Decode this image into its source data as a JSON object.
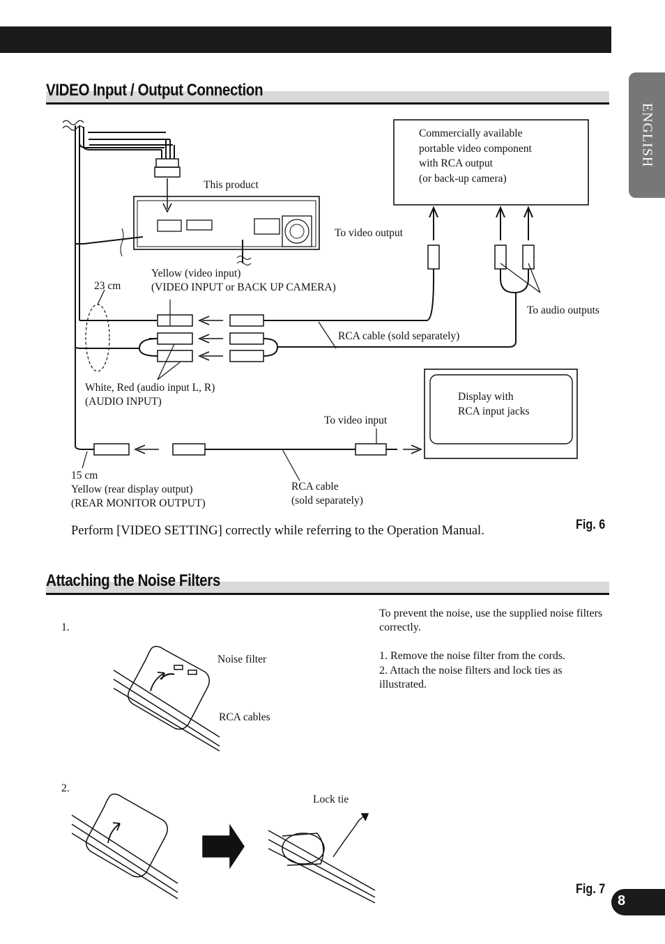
{
  "side_tab": "ENGLISH",
  "page_number": "8",
  "section1": {
    "title": "VIDEO Input / Output Connection",
    "labels": {
      "this_product": "This product",
      "commercial_line1": "Commercially available",
      "commercial_line2": "portable video component",
      "commercial_line3": "with RCA output",
      "commercial_line4": "(or back-up camera)",
      "to_video_output": "To video output",
      "yellow_video_input": "Yellow (video input)",
      "video_input_or_backup": "(VIDEO INPUT or BACK UP CAMERA)",
      "cm23": "23 cm",
      "to_audio_outputs": "To audio outputs",
      "rca_cable_sold_sep": "RCA cable (sold separately)",
      "white_red": "White, Red (audio input L, R)",
      "audio_input": "(AUDIO INPUT)",
      "display_line1": "Display with",
      "display_line2": "RCA input jacks",
      "to_video_input": "To video input",
      "cm15": "15 cm",
      "yellow_rear": "Yellow (rear display output)",
      "rear_monitor_output": "(REAR MONITOR OUTPUT)",
      "rca_cable": "RCA cable",
      "sold_separately": "(sold separately)"
    },
    "note": "Perform [VIDEO SETTING] correctly while referring to the Operation Manual.",
    "fig_label": "Fig. 6"
  },
  "section2": {
    "title": "Attaching the Noise Filters",
    "step1_num": "1.",
    "step2_num": "2.",
    "labels": {
      "noise_filter": "Noise filter",
      "rca_cables": "RCA cables",
      "lock_tie": "Lock tie"
    },
    "intro": "To prevent the noise, use the supplied noise filters correctly.",
    "steps": [
      "1. Remove the noise filter from the cords.",
      "2. Attach the noise filters and lock ties as illustrated."
    ],
    "fig_label": "Fig. 7"
  }
}
